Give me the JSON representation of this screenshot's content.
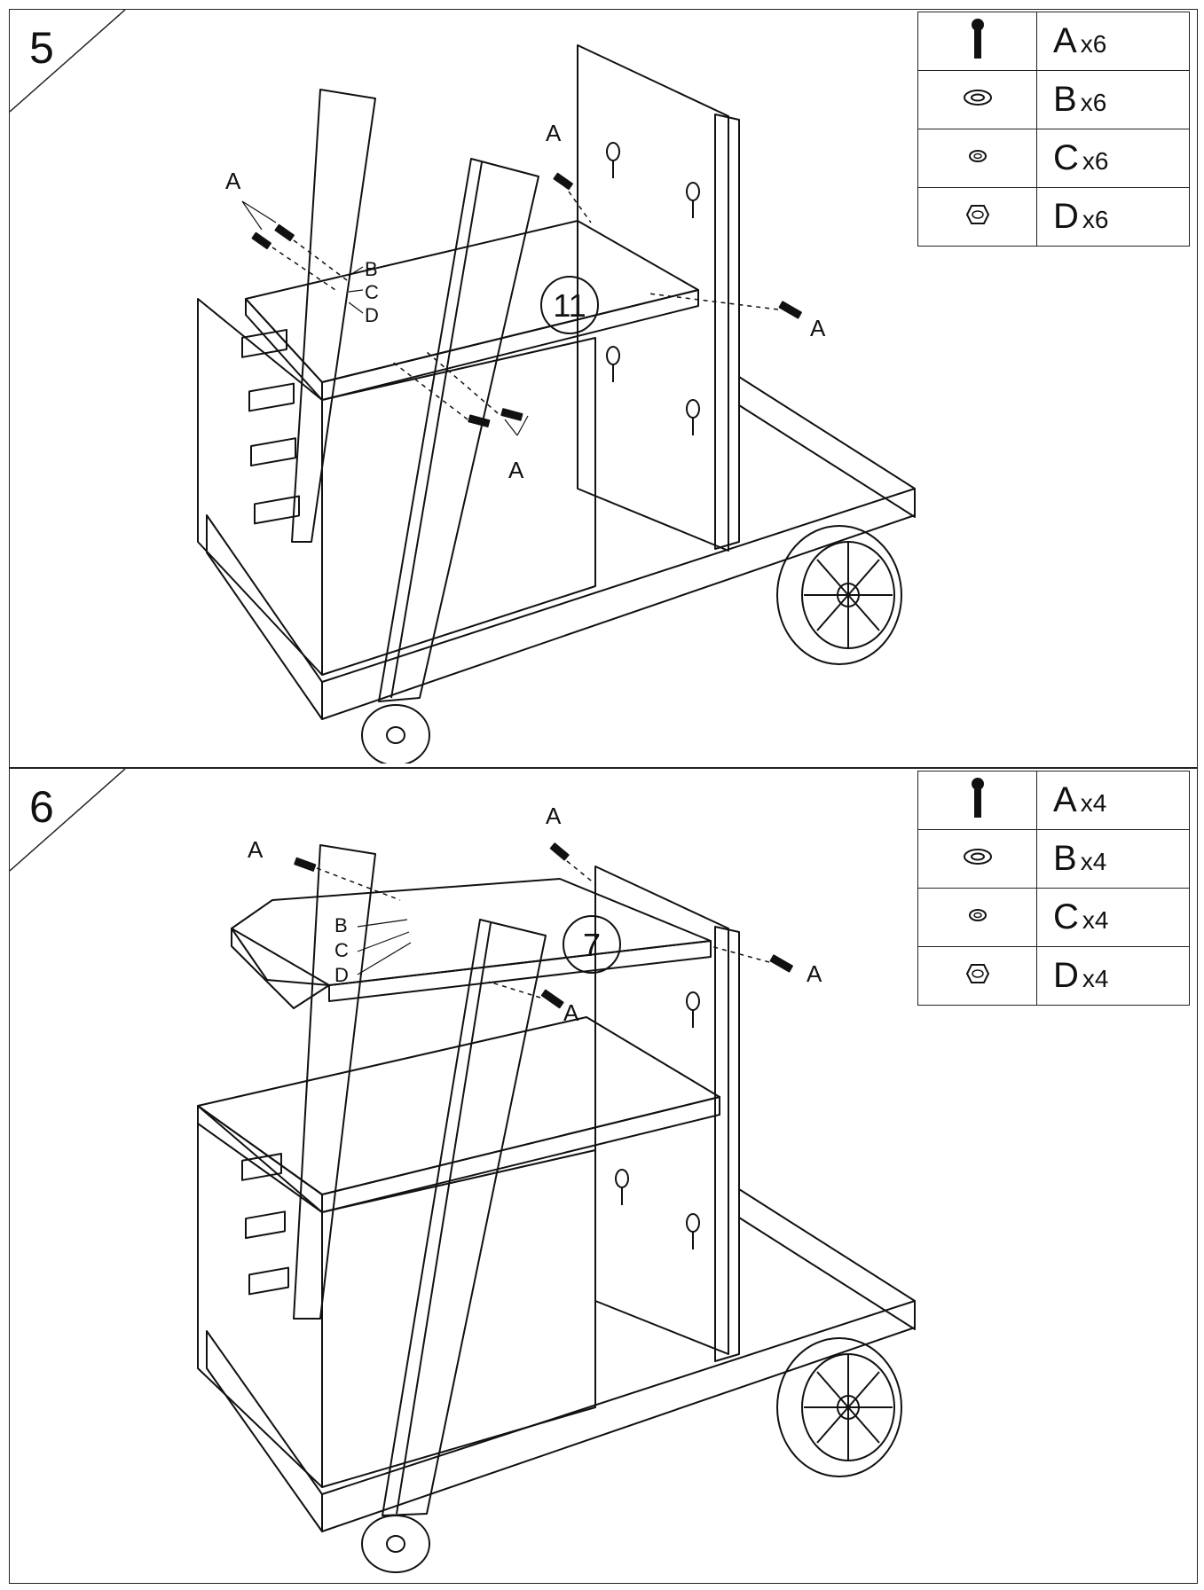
{
  "steps": [
    {
      "number": "5",
      "part_number": "11",
      "parts": [
        {
          "letter": "A",
          "qty": "x6",
          "icon": "screw-icon"
        },
        {
          "letter": "B",
          "qty": "x6",
          "icon": "flat-washer-icon"
        },
        {
          "letter": "C",
          "qty": "x6",
          "icon": "lock-washer-icon"
        },
        {
          "letter": "D",
          "qty": "x6",
          "icon": "hex-nut-icon"
        }
      ],
      "callouts": {
        "a1": "A",
        "a2": "A",
        "a3": "A",
        "a4": "A",
        "b": "B",
        "c": "C",
        "d": "D"
      }
    },
    {
      "number": "6",
      "part_number": "7",
      "parts": [
        {
          "letter": "A",
          "qty": "x4",
          "icon": "screw-icon"
        },
        {
          "letter": "B",
          "qty": "x4",
          "icon": "flat-washer-icon"
        },
        {
          "letter": "C",
          "qty": "x4",
          "icon": "lock-washer-icon"
        },
        {
          "letter": "D",
          "qty": "x4",
          "icon": "hex-nut-icon"
        }
      ],
      "callouts": {
        "a1": "A",
        "a2": "A",
        "a3": "A",
        "a4": "A",
        "b": "B",
        "c": "C",
        "d": "D"
      }
    }
  ]
}
